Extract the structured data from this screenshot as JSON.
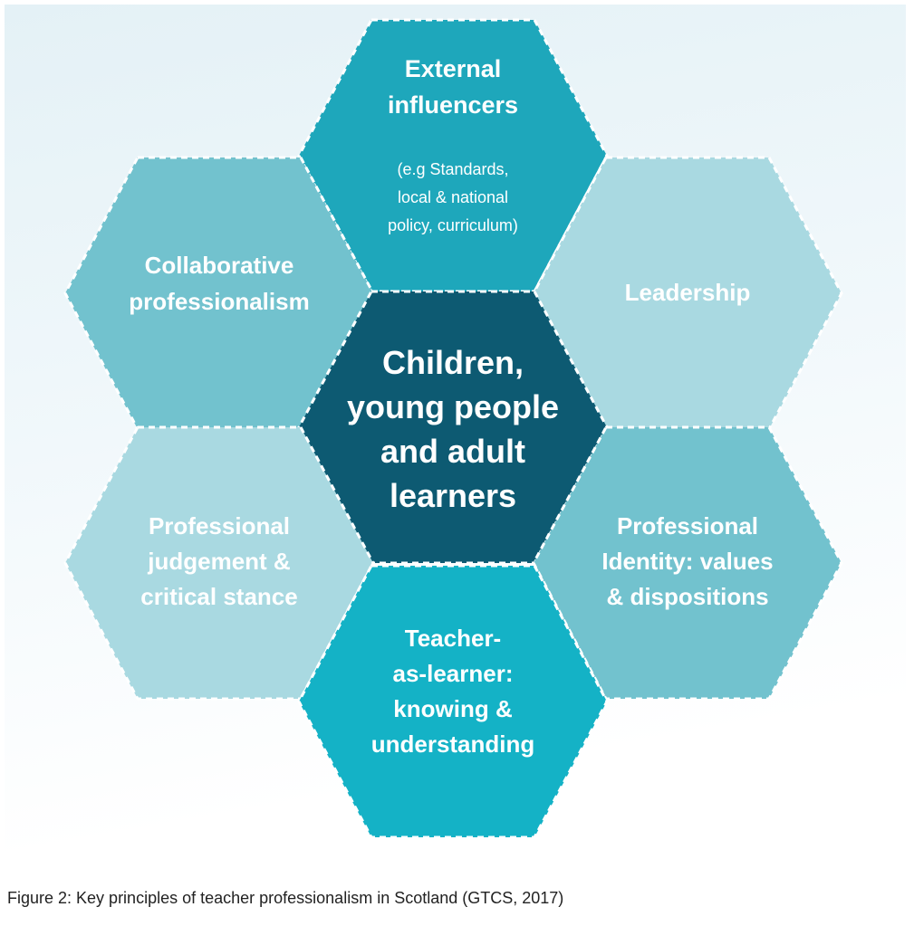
{
  "hexagons": [
    {
      "id": "external-influencers",
      "title": [
        "External",
        "influencers"
      ],
      "subtitle": [
        "(e.g Standards,",
        "local & national",
        "policy, curriculum)"
      ],
      "color": "#1ea7bb"
    },
    {
      "id": "collaborative-professionalism",
      "title": [
        "Collaborative",
        "professionalism"
      ],
      "subtitle": [],
      "color": "#72c2ce"
    },
    {
      "id": "leadership",
      "title": [
        "Leadership"
      ],
      "subtitle": [],
      "color": "#a9d9e1"
    },
    {
      "id": "children-learners",
      "title": [
        "Children,",
        "young people",
        "and adult",
        "learners"
      ],
      "subtitle": [],
      "color": "#0d5a72"
    },
    {
      "id": "professional-judgement",
      "title": [
        "Professional",
        "judgement &",
        "critical stance"
      ],
      "subtitle": [],
      "color": "#a9d9e1"
    },
    {
      "id": "professional-identity",
      "title": [
        "Professional",
        "Identity: values",
        "& dispositions"
      ],
      "subtitle": [],
      "color": "#72c2ce"
    },
    {
      "id": "teacher-as-learner",
      "title": [
        "Teacher-",
        "as-learner:",
        "knowing &",
        "understanding"
      ],
      "subtitle": [],
      "color": "#14b2c6"
    }
  ],
  "caption": "Figure 2: Key principles of teacher professionalism in Scotland (GTCS, 2017)"
}
